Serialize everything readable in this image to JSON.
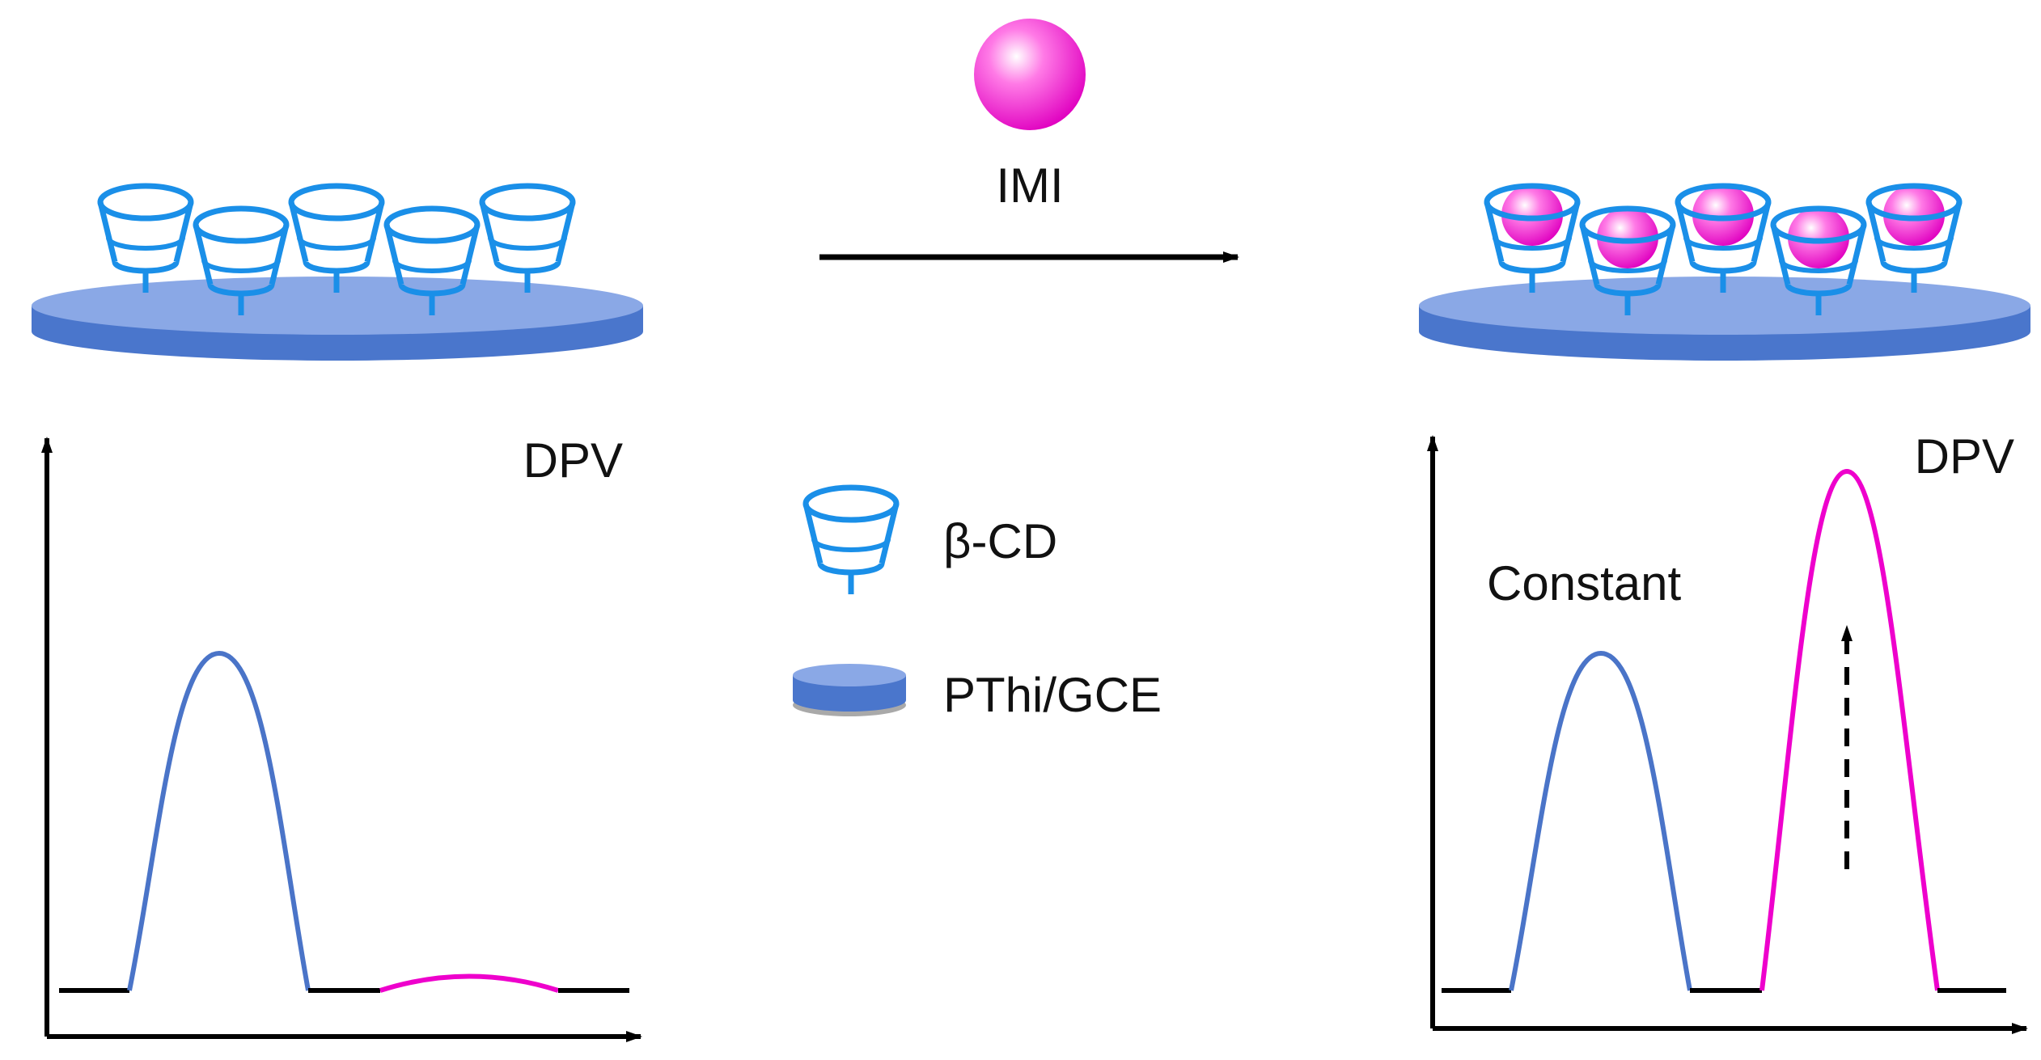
{
  "analyte_label": "IMI",
  "left_panel": {
    "title": "DPV"
  },
  "right_panel": {
    "title": "DPV",
    "annotation": "Constant"
  },
  "legend": {
    "items": [
      {
        "icon": "beta-cd-cup-icon",
        "label": "β-CD"
      },
      {
        "icon": "electrode-disk-icon",
        "label": "PThi/GCE"
      }
    ]
  },
  "colors": {
    "cd_cup": "#1a8fe8",
    "electrode_top": "#8aa8e6",
    "electrode_side": "#4a76cc",
    "electrode_shadow": "#a9a9a9",
    "imi_sphere": "#ee00cc",
    "baseline_peak": "#4a74c8",
    "imi_peak": "#ee00cc",
    "axis": "#000000"
  }
}
